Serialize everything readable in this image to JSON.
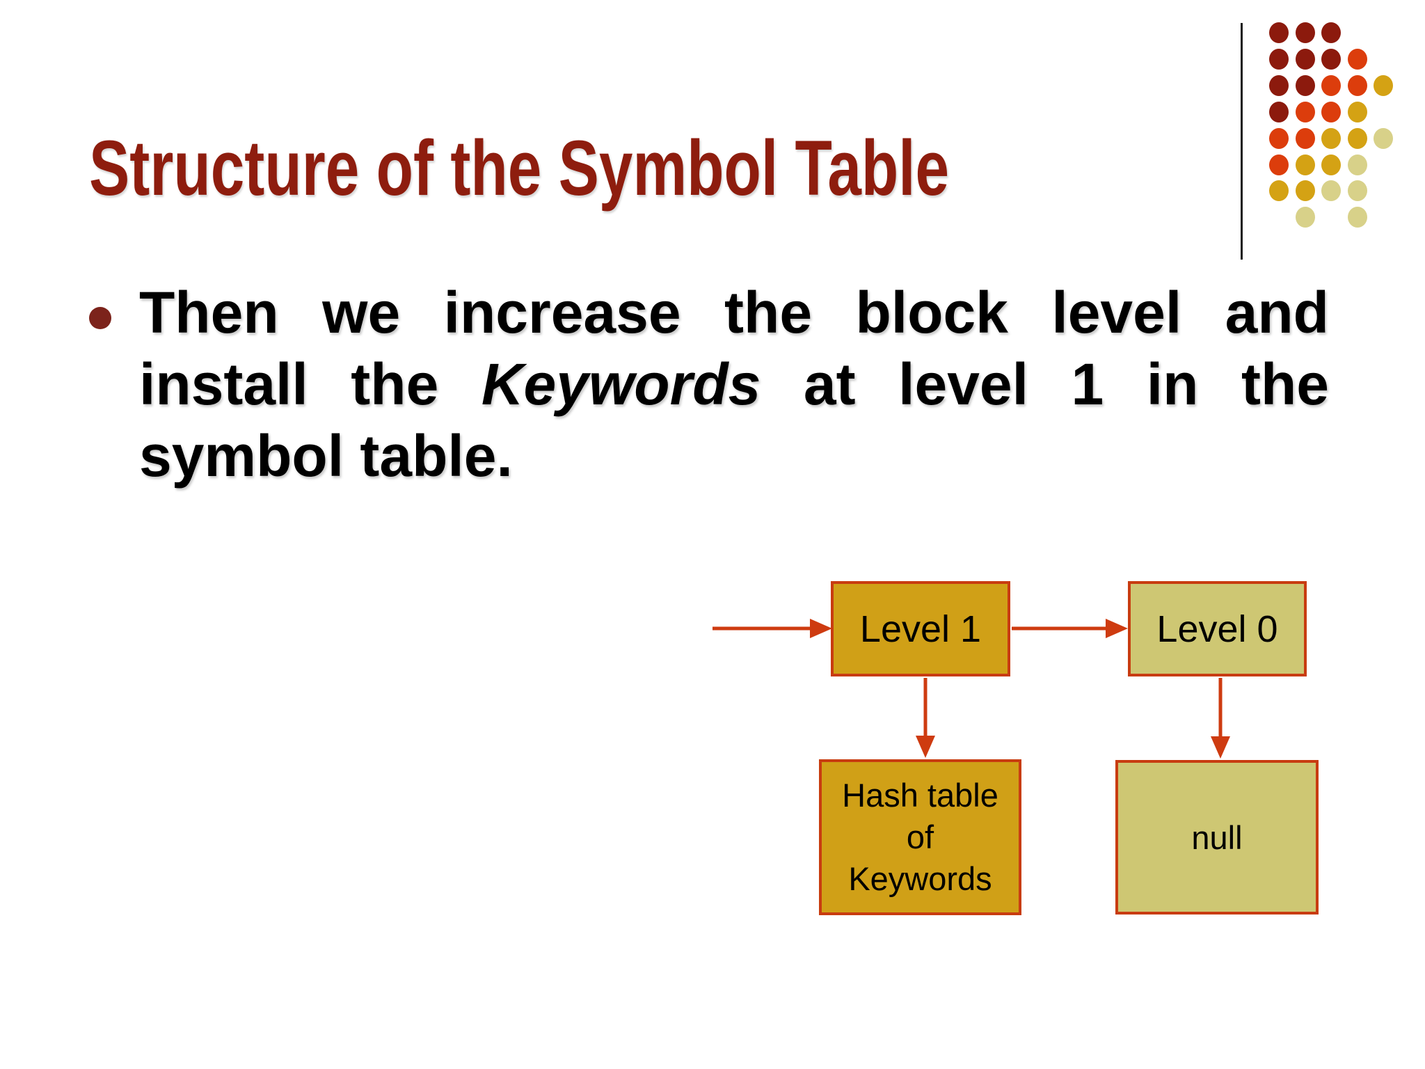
{
  "slide": {
    "title": "Structure of the Symbol Table",
    "bullet": {
      "line1": "Then we increase the block level and",
      "line2_pre": "install the ",
      "line2_italic": "Keywords",
      "line2_post": " at level 1 in the",
      "line3": "symbol table."
    },
    "diagram": {
      "level1_label": "Level 1",
      "level0_label": "Level 0",
      "hash_lines": [
        "Hash table",
        "of",
        "Keywords"
      ],
      "null_label": "null"
    },
    "colors": {
      "title": "#8E1D0E",
      "bullet_dot": "#7C231B",
      "gold_fill": "#D0A017",
      "khaki_fill": "#CEC773",
      "box_border": "#C83C10",
      "arrow": "#CE3B10",
      "dot_darkred": "#8C1A0D",
      "dot_orangered": "#DC3D0C",
      "dot_gold": "#D4A214",
      "dot_khaki": "#D8D189"
    },
    "decoration": {
      "dot_rows": [
        [
          "darkred",
          "darkred",
          "darkred",
          null,
          null
        ],
        [
          "darkred",
          "darkred",
          "darkred",
          "orangered",
          null
        ],
        [
          "darkred",
          "darkred",
          "orangered",
          "orangered",
          "gold"
        ],
        [
          "darkred",
          "orangered",
          "orangered",
          "gold",
          null
        ],
        [
          "orangered",
          "orangered",
          "gold",
          "gold",
          "khaki"
        ],
        [
          "orangered",
          "gold",
          "gold",
          "khaki",
          null
        ],
        [
          "gold",
          "gold",
          "khaki",
          "khaki",
          null
        ],
        [
          null,
          "khaki",
          null,
          "khaki",
          null
        ]
      ]
    }
  }
}
